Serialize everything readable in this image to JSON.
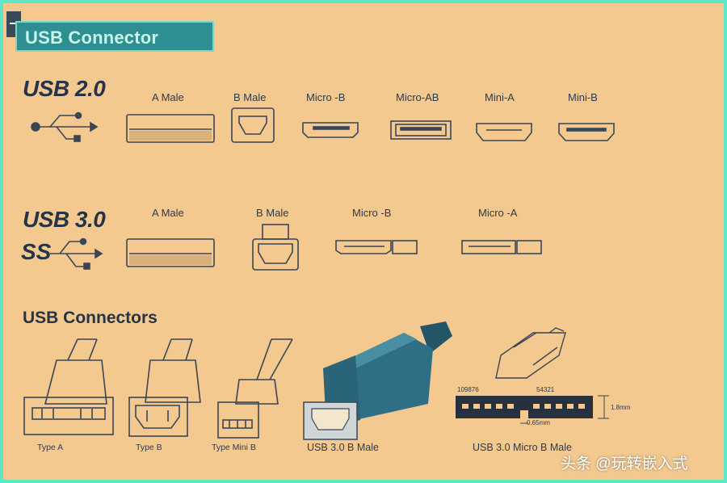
{
  "title": "USB Connector",
  "usb2": {
    "label": "USB 2.0",
    "connectors": [
      "A Male",
      "B Male",
      "Micro -B",
      "Micro-AB",
      "Mini-A",
      "Mini-B"
    ]
  },
  "usb3": {
    "label": "USB 3.0",
    "ss_label": "SS",
    "connectors": [
      "A Male",
      "B Male",
      "Micro -B",
      "Micro -A"
    ]
  },
  "connectors_section": {
    "title": "USB Connectors",
    "captions": [
      "Type A",
      "Type B",
      "Type Mini B",
      "USB 3.0 B Male",
      "USB 3.0 Micro B Male"
    ],
    "pin_numbers_left": "109876",
    "pin_numbers_right": "54321",
    "dim_height": "1.8mm",
    "dim_pitch": "0.65mm"
  },
  "watermark": "头条 @玩转嵌入式",
  "colors": {
    "background": "#f4c98f",
    "border": "#5ee6c8",
    "title_box": "#2e8f93",
    "ink": "#2d3a48",
    "connector_blue": "#2f6f86"
  }
}
